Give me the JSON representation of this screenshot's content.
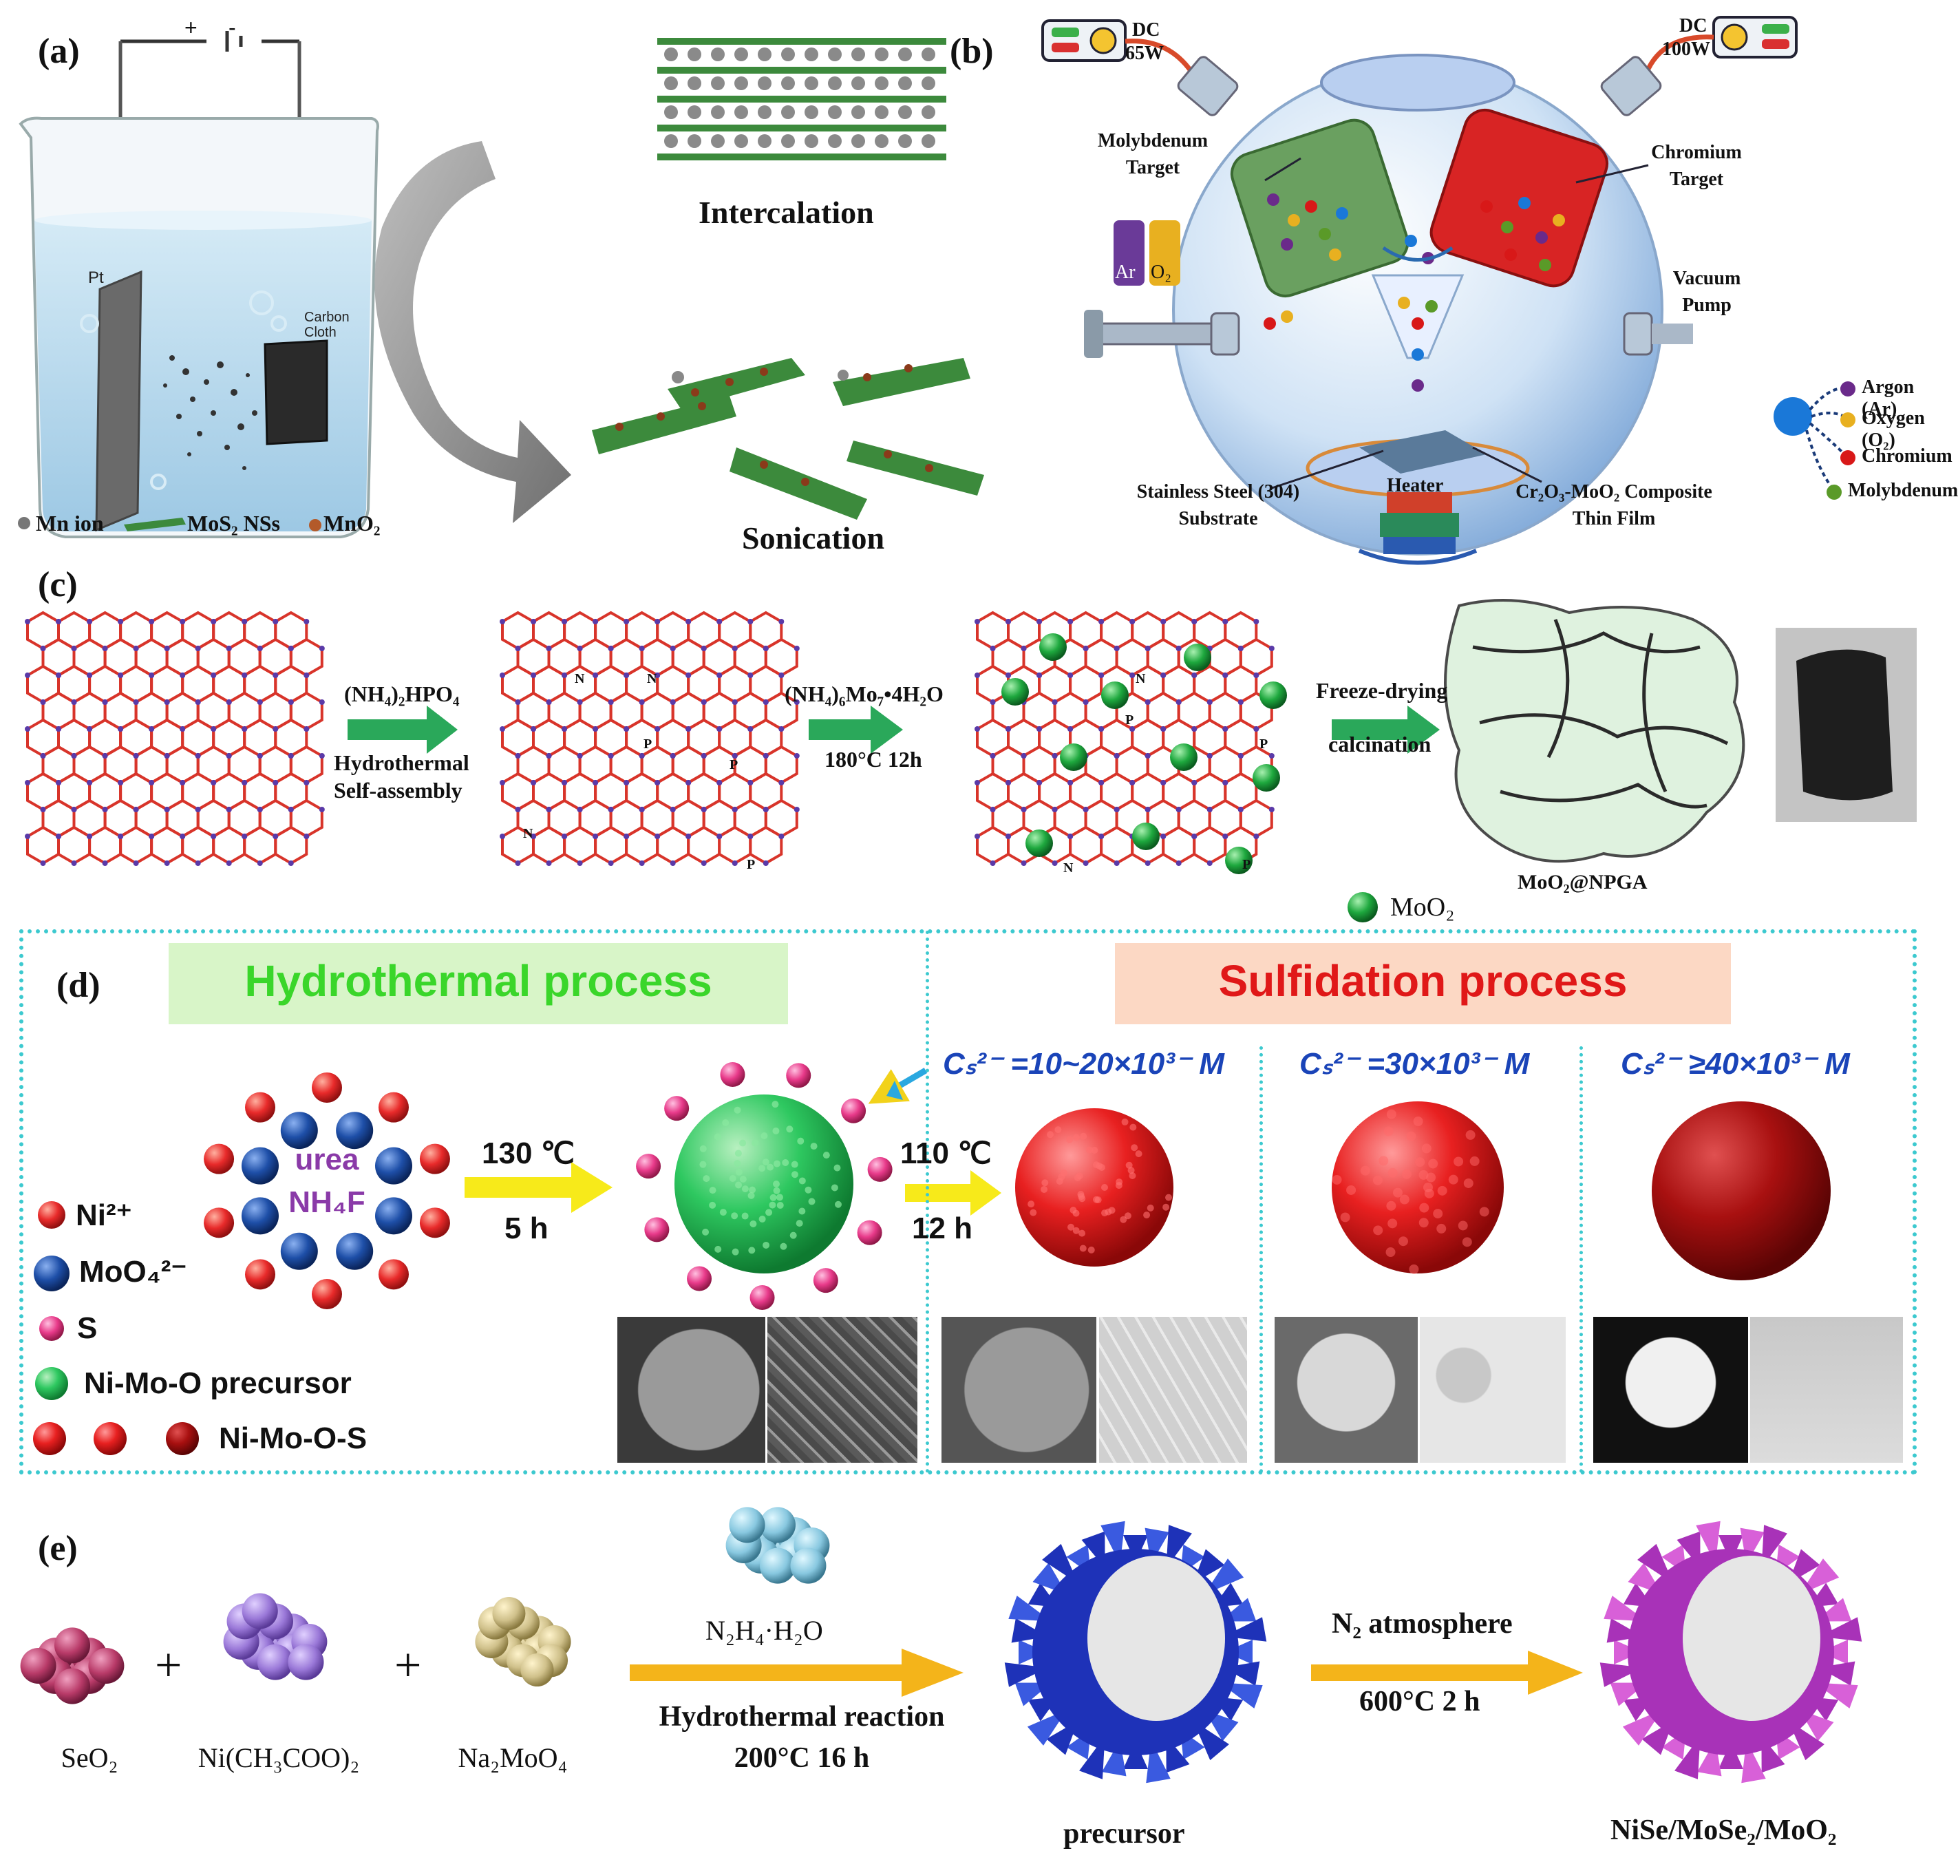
{
  "panels": {
    "a": {
      "label": "(a)",
      "battery": {
        "plus": "+",
        "minus": "-"
      },
      "electrode_left": "Pt",
      "electrode_right": "Carbon Cloth",
      "step1": "Intercalation",
      "step2": "Sonication",
      "legend": {
        "mn_ion": "Mn ion",
        "mos2": "MoS₂ NSs",
        "mno2": "MnO₂"
      }
    },
    "b": {
      "label": "(b)",
      "dc_left": {
        "label": "DC",
        "power": "65W"
      },
      "dc_right": {
        "label": "DC",
        "power": "100W"
      },
      "mo_target": "Molybdenum Target",
      "cr_target": "Chromium Target",
      "gas_ar": "Ar",
      "gas_o2": "O₂",
      "vacuum": "Vacuum Pump",
      "substrate": "Stainless Steel (304) Substrate",
      "heater": "Heater",
      "film": "Cr₂O₃-MoO₂ Composite Thin Film",
      "legend": [
        {
          "label": "Argon (Ar)",
          "color": "#6a2a8a"
        },
        {
          "label": "Oxygen (O₂)",
          "color": "#e8b020"
        },
        {
          "label": "Chromium",
          "color": "#d81818"
        },
        {
          "label": "Molybdenum",
          "color": "#5a9a28"
        }
      ]
    },
    "c": {
      "label": "(c)",
      "reagent1": "(NH₄)₂HPO₄",
      "cond1a": "Hydrothermal",
      "cond1b": "Self-assembly",
      "reagent2": "(NH₄)₆Mo₇•4H₂O",
      "cond2": "180°C 12h",
      "step3a": "Freeze-drying",
      "step3b": "calcination",
      "product": "MoO₂@NPGA",
      "legend_moo2": "MoO₂",
      "hex_letters": {
        "n": "N",
        "p": "P"
      }
    },
    "d": {
      "label": "(d)",
      "hydro_title": "Hydrothermal process",
      "sulf_title": "Sulfidation process",
      "core_urea": "urea",
      "core_nh4f": "NH₄F",
      "temp1": "130 ℃",
      "time1": "5 h",
      "temp2": "110 ℃",
      "time2": "12 h",
      "conc1": "Cₛ²⁻ =10~20×10³⁻ M",
      "conc2": "Cₛ²⁻ =30×10³⁻ M",
      "conc3": "Cₛ²⁻ ≥40×10³⁻ M",
      "legend": {
        "ni": "Ni²⁺",
        "moo4": "MoO₄²⁻",
        "s": "S",
        "precursor": "Ni-Mo-O precursor",
        "product": "Ni-Mo-O-S"
      },
      "colors": {
        "ni": "#e82a2a",
        "moo4": "#1e4fa8",
        "s": "#e83a8a",
        "precursor": "#2ec860",
        "hydro_title": "#3ad62a",
        "sulf_title": "#e01818",
        "conc": "#1a44b8"
      }
    },
    "e": {
      "label": "(e)",
      "r1": "SeO₂",
      "r2": "Ni(CH₃COO)₂",
      "r3": "Na₂MoO₄",
      "plus": "+",
      "reagent": "N₂H₄·H₂O",
      "cond1a": "Hydrothermal reaction",
      "cond1b": "200°C 16 h",
      "intermediate": "precursor",
      "cond2a": "N₂ atmosphere",
      "cond2b": "600°C 2 h",
      "product": "NiSe/MoSe₂/MoO₂"
    }
  }
}
